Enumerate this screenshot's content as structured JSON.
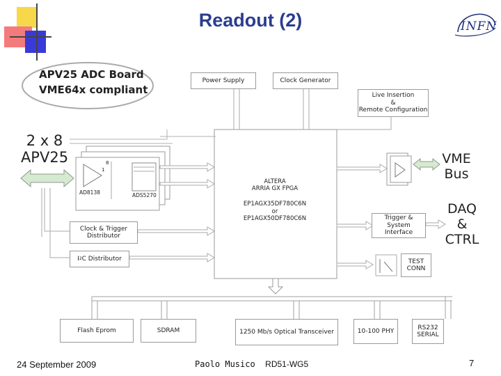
{
  "slide": {
    "title": "Readout (2)",
    "logo_text": "INFN",
    "footer_date": "24 September 2009",
    "footer_author": "Paolo Musico",
    "footer_wg": "RD51-WG5",
    "page_number": "7"
  },
  "diagram": {
    "board_line1": "APV25 ADC Board",
    "board_line2": "VME64x compliant",
    "apv_line1": "2 x 8",
    "apv_line2": "APV25",
    "vme_line1": "VME",
    "vme_line2": "Bus",
    "daq_line1": "DAQ",
    "daq_line2": "&",
    "daq_line3": "CTRL",
    "power_supply": "Power Supply",
    "clock_generator": "Clock Generator",
    "live_insertion_1": "Live Insertion",
    "live_insertion_2": "&",
    "live_insertion_3": "Remote Configuration",
    "fpga_1": "ALTERA",
    "fpga_2": "ARRIA GX FPGA",
    "fpga_3": "EP1AGX35DF780C6N",
    "fpga_4": "or",
    "fpga_5": "EP1AGX50DF780C6N",
    "ad8138": "AD8138",
    "ads5270": "ADS5270",
    "adc_small_8": "8",
    "adc_small_1": "1",
    "clock_trigger_1": "Clock & Trigger",
    "clock_trigger_2": "Distributor",
    "i2c_prefix": "I",
    "i2c_sup": "2",
    "i2c_suffix": "C Distributor",
    "trigger_system_1": "Trigger & System",
    "trigger_system_2": "Interface",
    "test_conn_1": "TEST",
    "test_conn_2": "CONN",
    "flash_eprom": "Flash Eprom",
    "sdram": "SDRAM",
    "optical": "1250 Mb/s Optical Transceiver",
    "phy": "10-100 PHY",
    "rs232_1": "RS232",
    "rs232_2": "SERIAL"
  }
}
